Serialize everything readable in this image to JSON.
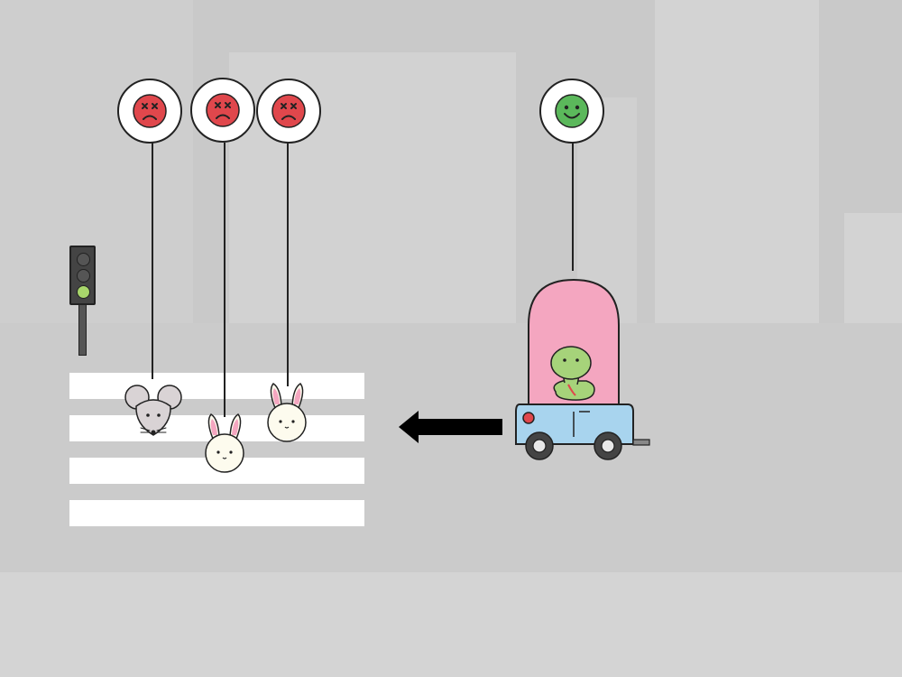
{
  "scene": {
    "traffic_light": {
      "active_lamp": "green",
      "lamp_off_color": "#555555",
      "lamp_on_color": "#a8d66b"
    },
    "colors": {
      "sky": "#d3d3d3",
      "building": "#c9c9c9",
      "road": "#cbcbcb",
      "sidewalk": "#d4d4d4",
      "stripe": "#ffffff",
      "sad_face": "#e0474c",
      "happy_face": "#5bb85b",
      "car_body": "#a8d4ee",
      "car_dome": "#f4a6c0",
      "snake": "#a6d37a"
    },
    "pedestrians": [
      {
        "animal": "mouse",
        "mood": "sad",
        "icon": "sad-face-icon"
      },
      {
        "animal": "rabbit",
        "mood": "sad",
        "icon": "sad-face-icon"
      },
      {
        "animal": "rabbit",
        "mood": "sad",
        "icon": "sad-face-icon"
      }
    ],
    "driver": {
      "animal": "snake",
      "mood": "happy",
      "icon": "happy-face-icon"
    },
    "car_direction": "left",
    "arrow_icon": "arrow-left-icon"
  }
}
